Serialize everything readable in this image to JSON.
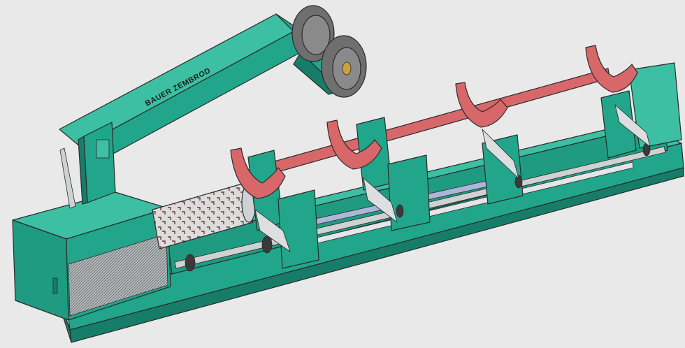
{
  "image": {
    "brand_marking": "BAUER ZEMBROD",
    "colors": {
      "background": "#e9e9e9",
      "machine_green": "#22a68b",
      "machine_green_dark": "#167d69",
      "machine_green_light": "#3cbfa2",
      "cradle_red": "#d8676a",
      "cradle_red_dark": "#b5484c",
      "steel_grey": "#cfd2d3",
      "tire_grey": "#6f6f6f",
      "grille_grey": "#a9adaf"
    },
    "icons": [
      "wheel-pair",
      "spiked-roller",
      "pipe-cradle",
      "engine-housing"
    ]
  }
}
